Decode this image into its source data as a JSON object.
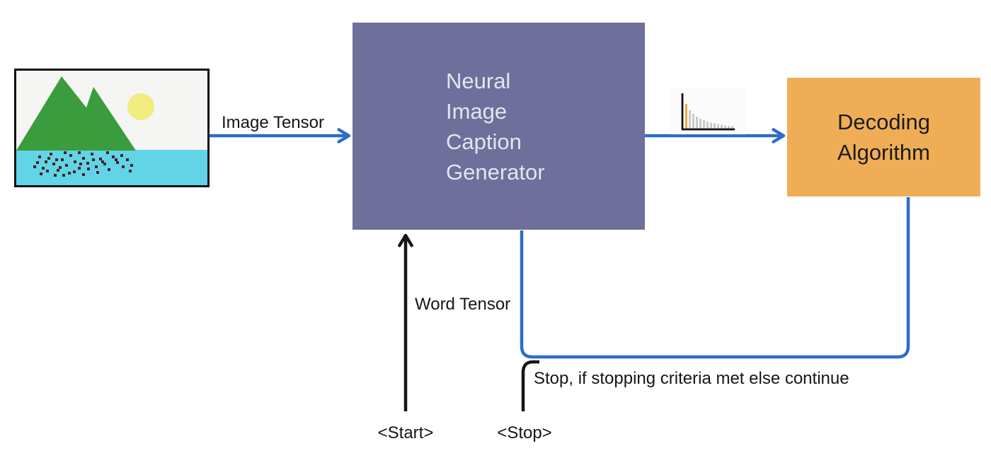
{
  "diagram": {
    "type": "flowchart",
    "description": "Neural image captioning pipeline with decoding feedback loop"
  },
  "colors": {
    "arrow_blue": "#2e6cc9",
    "ink_black": "#161616",
    "box_purple": "#6f6f9b",
    "box_purple_text": "#e6e4ec",
    "box_orange": "#efae56",
    "scene_bg": "#f5f5f4",
    "scene_mountain": "#3a9c3c",
    "scene_sun": "#f2eb7d",
    "scene_water": "#62d4e8",
    "scene_dots": "#46231f",
    "icon_card_bg": "#fbfbfb",
    "chart_bar": "#c9c9c9",
    "chart_bar_highlight": "#f0a643"
  },
  "nodes": {
    "caption_generator": {
      "lines": [
        "Neural",
        "Image",
        "Caption",
        "Generator"
      ]
    },
    "decoding_algorithm": {
      "lines": [
        "Decoding",
        "Algorithm"
      ]
    }
  },
  "edges": {
    "image_to_generator": {
      "label": "Image Tensor"
    },
    "start_to_generator": {
      "label": "Word Tensor"
    },
    "decoder_feedback": {
      "label": "Stop, if stopping criteria met else continue"
    }
  },
  "tokens": {
    "start": "<Start>",
    "stop": "<Stop>"
  },
  "icons": {
    "input_image": "landscape-image-icon",
    "generator_output": "probability-distribution-icon"
  }
}
